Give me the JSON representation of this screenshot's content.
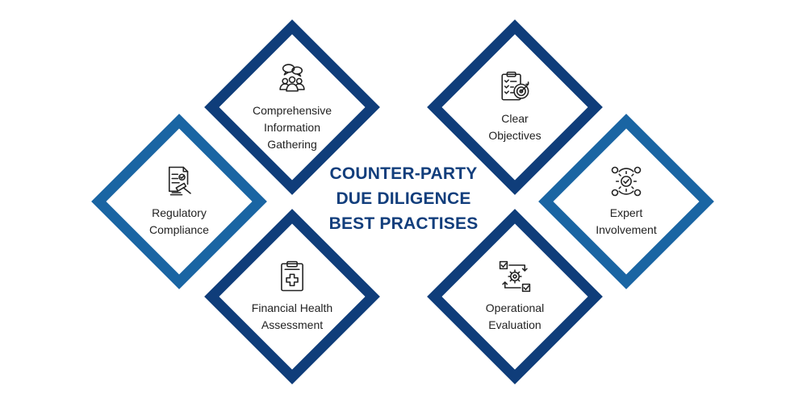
{
  "title": {
    "lines": [
      "COUNTER-PARTY",
      "DUE DILIGENCE",
      "BEST PRACTISES"
    ]
  },
  "colors": {
    "dark": "#0f3d7a",
    "light": "#1a65a3",
    "title": "#123e7c"
  },
  "cards": [
    {
      "id": "comprehensive",
      "icon": "people-chat-icon",
      "lines": [
        "Comprehensive",
        "Information",
        "Gathering"
      ]
    },
    {
      "id": "regulatory",
      "icon": "gavel-document-icon",
      "lines": [
        "Regulatory",
        "Compliance"
      ]
    },
    {
      "id": "financial",
      "icon": "clipboard-medical-icon",
      "lines": [
        "Financial Health",
        "Assessment"
      ]
    },
    {
      "id": "objectives",
      "icon": "target-checklist-icon",
      "lines": [
        "Clear",
        "Objectives"
      ]
    },
    {
      "id": "expert",
      "icon": "expert-network-icon",
      "lines": [
        "Expert",
        "Involvement"
      ]
    },
    {
      "id": "operational",
      "icon": "process-gear-icon",
      "lines": [
        "Operational",
        "Evaluation"
      ]
    }
  ]
}
